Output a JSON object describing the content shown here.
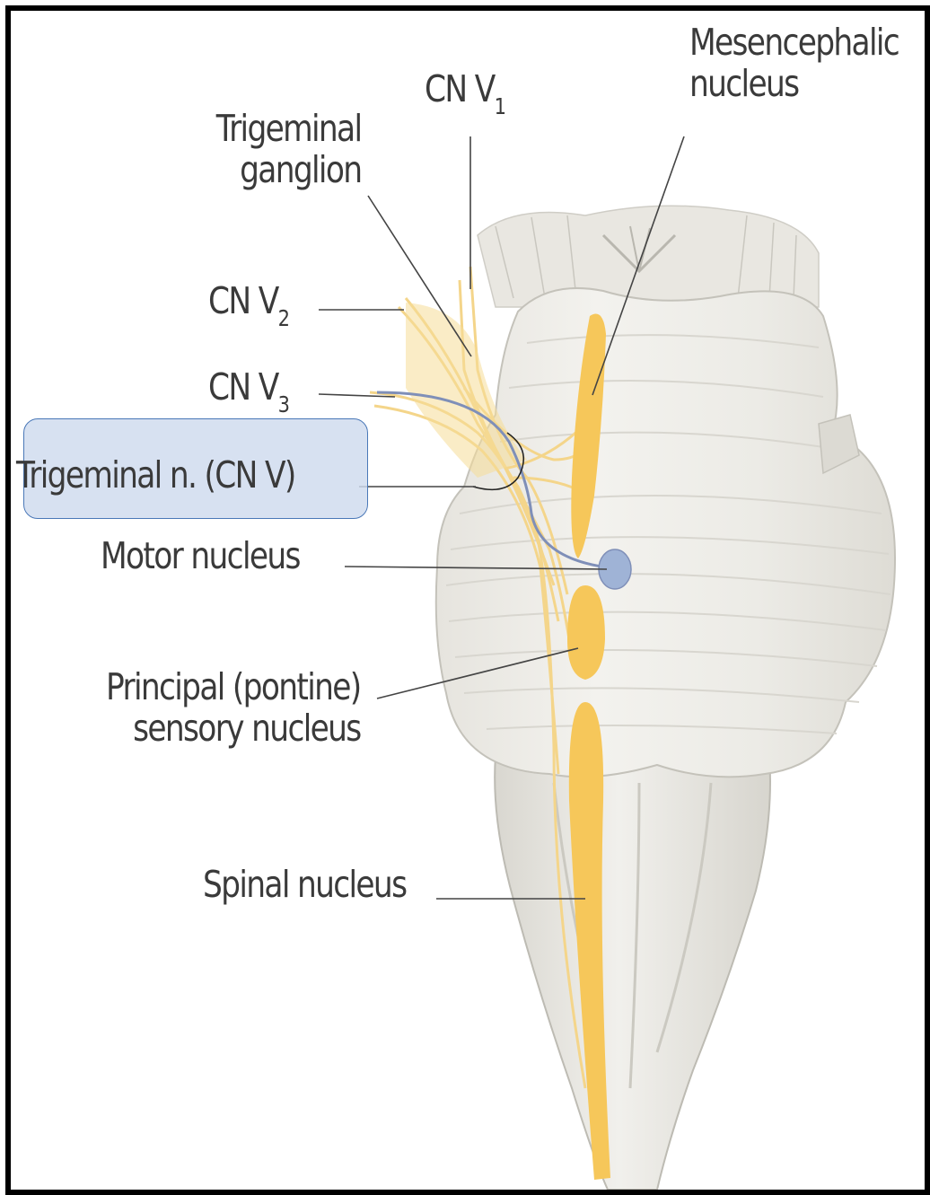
{
  "labels": {
    "cn_v1": {
      "text": "CN V",
      "sub": "1"
    },
    "mesencephalic": {
      "line1": "Mesencephalic",
      "line2": "nucleus"
    },
    "trigeminal_ganglion": {
      "line1": "Trigeminal",
      "line2": "ganglion"
    },
    "cn_v2": {
      "text": "CN V",
      "sub": "2"
    },
    "cn_v3": {
      "text": "CN V",
      "sub": "3"
    },
    "trigeminal_nerve": "Trigeminal n. (CN V)",
    "motor_nucleus": "Motor nucleus",
    "principal_sensory": {
      "line1": "Principal (pontine)",
      "line2": "sensory nucleus"
    },
    "spinal_nucleus": "Spinal nucleus"
  },
  "colors": {
    "frame": "#000000",
    "highlight_fill": "#cedbee",
    "highlight_border": "#4a78b8",
    "nucleus_yellow": "#f6c75a",
    "nerve_fibers": "#f4d58a",
    "motor_nucleus": "#9fb3d6",
    "motor_fiber": "#7f8fb8",
    "brainstem": "#ecebe6",
    "leader_lines": "#444444"
  }
}
